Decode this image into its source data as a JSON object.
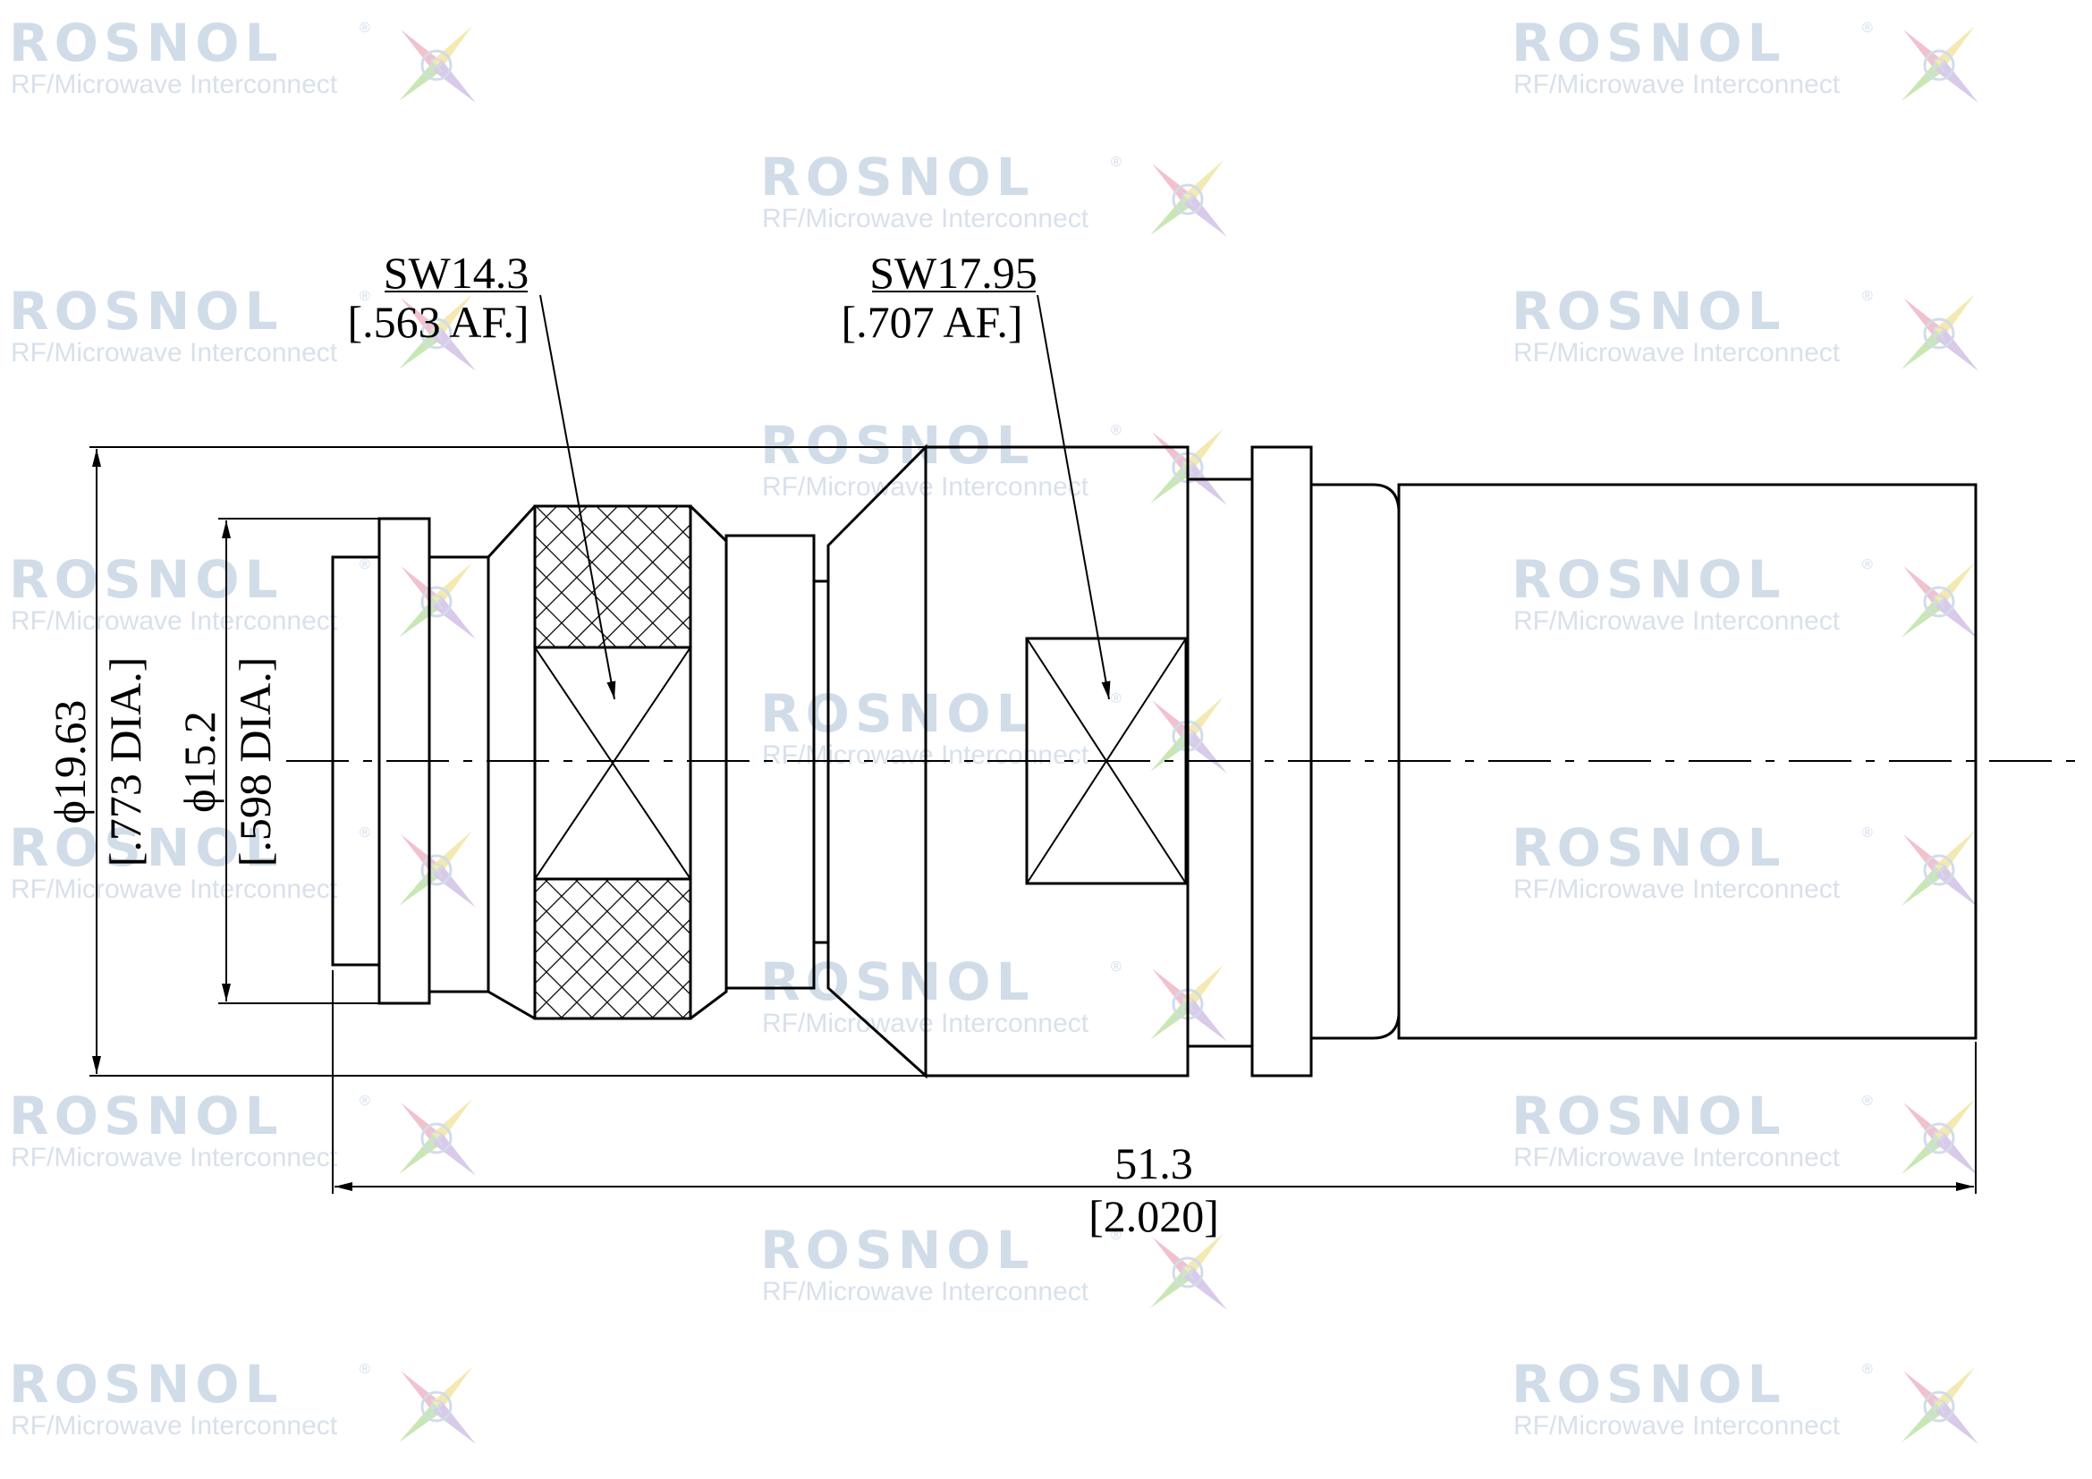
{
  "watermark": {
    "brand": "ROSNOL",
    "registered": "®",
    "tagline": "RF/Microwave Interconnect",
    "logo_letter": "R",
    "colors": {
      "brand": "#c9d6e6",
      "tagline": "#d2dbe8",
      "star_green": "#bfe3a8",
      "star_yellow": "#f1e6a4",
      "star_purple": "#d3c1e6",
      "star_pink": "#efb8c6"
    }
  },
  "dimensions": {
    "wrench_left": {
      "size": "SW14.3",
      "inch": "[.563 AF.]"
    },
    "wrench_right": {
      "size": "SW17.95",
      "inch": "[.707 AF.]"
    },
    "outer_diameter": {
      "symbol": "ϕ",
      "mm": "19.63",
      "inch": "[.773 DIA.]"
    },
    "inner_diameter": {
      "symbol": "ϕ",
      "mm": "15.2",
      "inch": "[.598 DIA.]"
    },
    "overall_length": {
      "mm": "51.3",
      "inch": "[2.020]"
    }
  }
}
